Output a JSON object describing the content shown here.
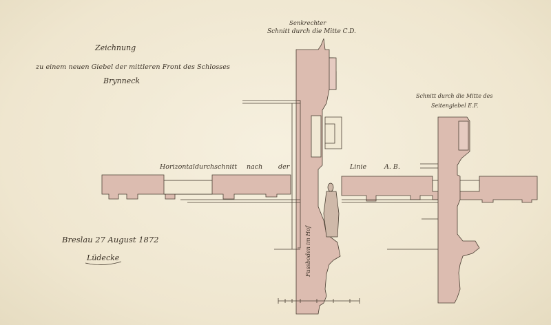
{
  "title": "Zeichnung",
  "subtitle": "zu einem neuen Giebel der mittleren Front des Schlosses",
  "place": "Brynneck",
  "sections": {
    "main_label_line1": "Senkrechter",
    "main_label_line2": "Schnitt durch die Mitte C.D.",
    "side_label_line1": "Schnitt durch die Mitte des",
    "side_label_line2": "Seitengiebel E.F."
  },
  "horizontal_section": {
    "label": "Horizontaldurchschnitt",
    "word_nach": "nach",
    "word_der": "der",
    "word_linie": "Linie",
    "letters": "A. B."
  },
  "vertical_note": "Fussboden im Hof",
  "date": "Breslau 27 August 1872",
  "signature": "Lüdecke",
  "colors": {
    "paper": "#f3ecd9",
    "wash": "#d9b8ad",
    "ink": "#3a3126"
  }
}
